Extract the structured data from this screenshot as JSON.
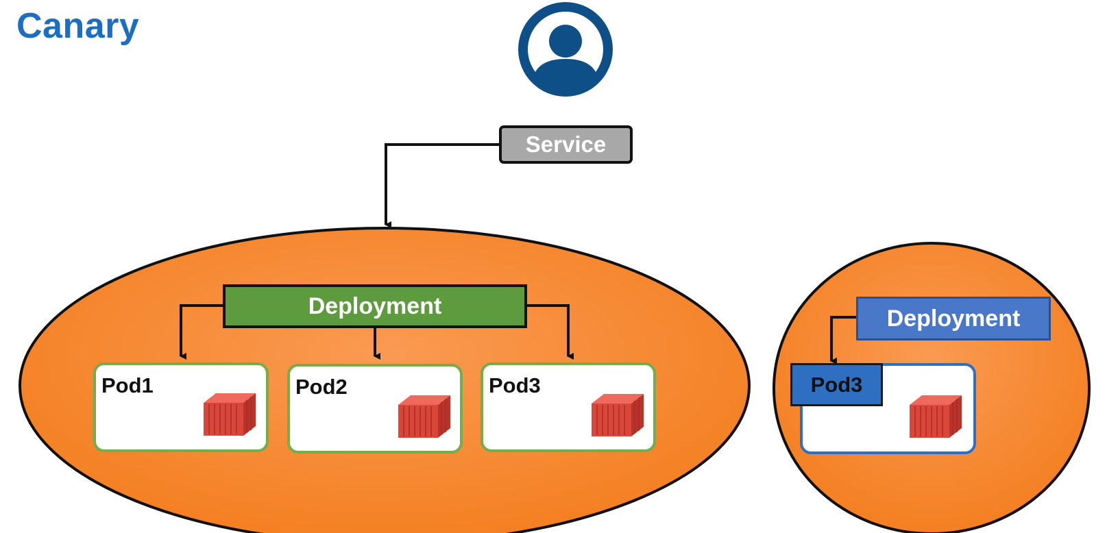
{
  "title": "Canary",
  "service": {
    "label": "Service"
  },
  "main_deployment": {
    "label": "Deployment",
    "pods": [
      {
        "label": "Pod1"
      },
      {
        "label": "Pod2"
      },
      {
        "label": "Pod3"
      }
    ]
  },
  "canary_deployment": {
    "label": "Deployment",
    "pods": [
      {
        "label": "Pod3"
      }
    ]
  },
  "icons": {
    "user": "user-avatar-icon",
    "container": "shipping-container-icon"
  },
  "colors": {
    "title": "#1b6ec2",
    "user_icon": "#0d4f86",
    "ellipse_fill": "#f5832a",
    "service_box": "#a8a8a8",
    "main_deployment": "#5e9a3e",
    "canary_deployment": "#4a78c8",
    "pod_border_main": "#75ad4c",
    "pod_border_canary": "#2d6fc4",
    "container": "#d9463a"
  }
}
